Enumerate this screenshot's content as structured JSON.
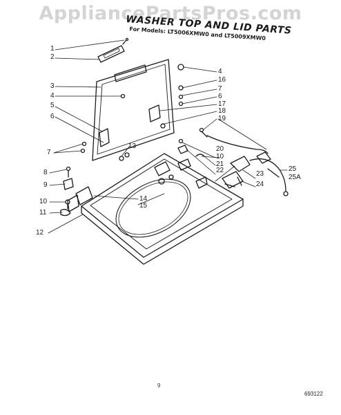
{
  "watermark": "AppliancePartsPros.com",
  "title": "WASHER TOP AND LID PARTS",
  "subtitle": "For Models: LT5006XMW0 and LT5009XMW0",
  "page_mark": "9",
  "drawing_code": "693122",
  "part_labels": [
    "1",
    "2",
    "3",
    "4",
    "5",
    "6",
    "7",
    "8",
    "9",
    "10",
    "11",
    "12",
    "13",
    "14",
    "15",
    "16",
    "7",
    "6",
    "17",
    "18",
    "19",
    "20",
    "10",
    "21",
    "22",
    "23",
    "24",
    "25",
    "25A",
    "4"
  ]
}
